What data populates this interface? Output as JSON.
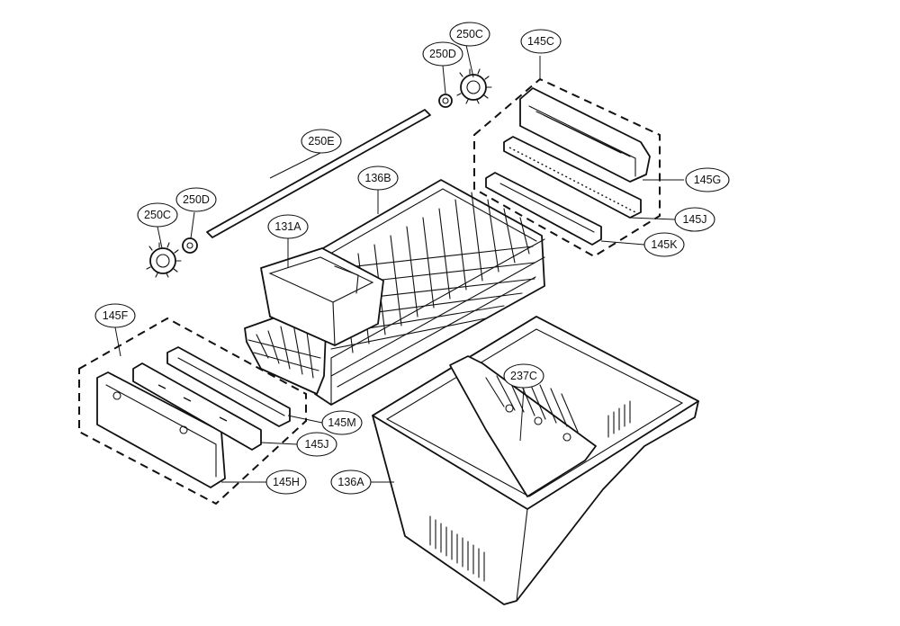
{
  "callouts": {
    "c250C_top": "250C",
    "c250D_top": "250D",
    "c145C": "145C",
    "c250E": "250E",
    "c136B": "136B",
    "c145G": "145G",
    "c145J_right": "145J",
    "c145K": "145K",
    "c250C_left": "250C",
    "c250D_left": "250D",
    "c131A": "131A",
    "c145F": "145F",
    "c237C": "237C",
    "c145M": "145M",
    "c145J_left": "145J",
    "c145H": "145H",
    "c136A": "136A"
  }
}
